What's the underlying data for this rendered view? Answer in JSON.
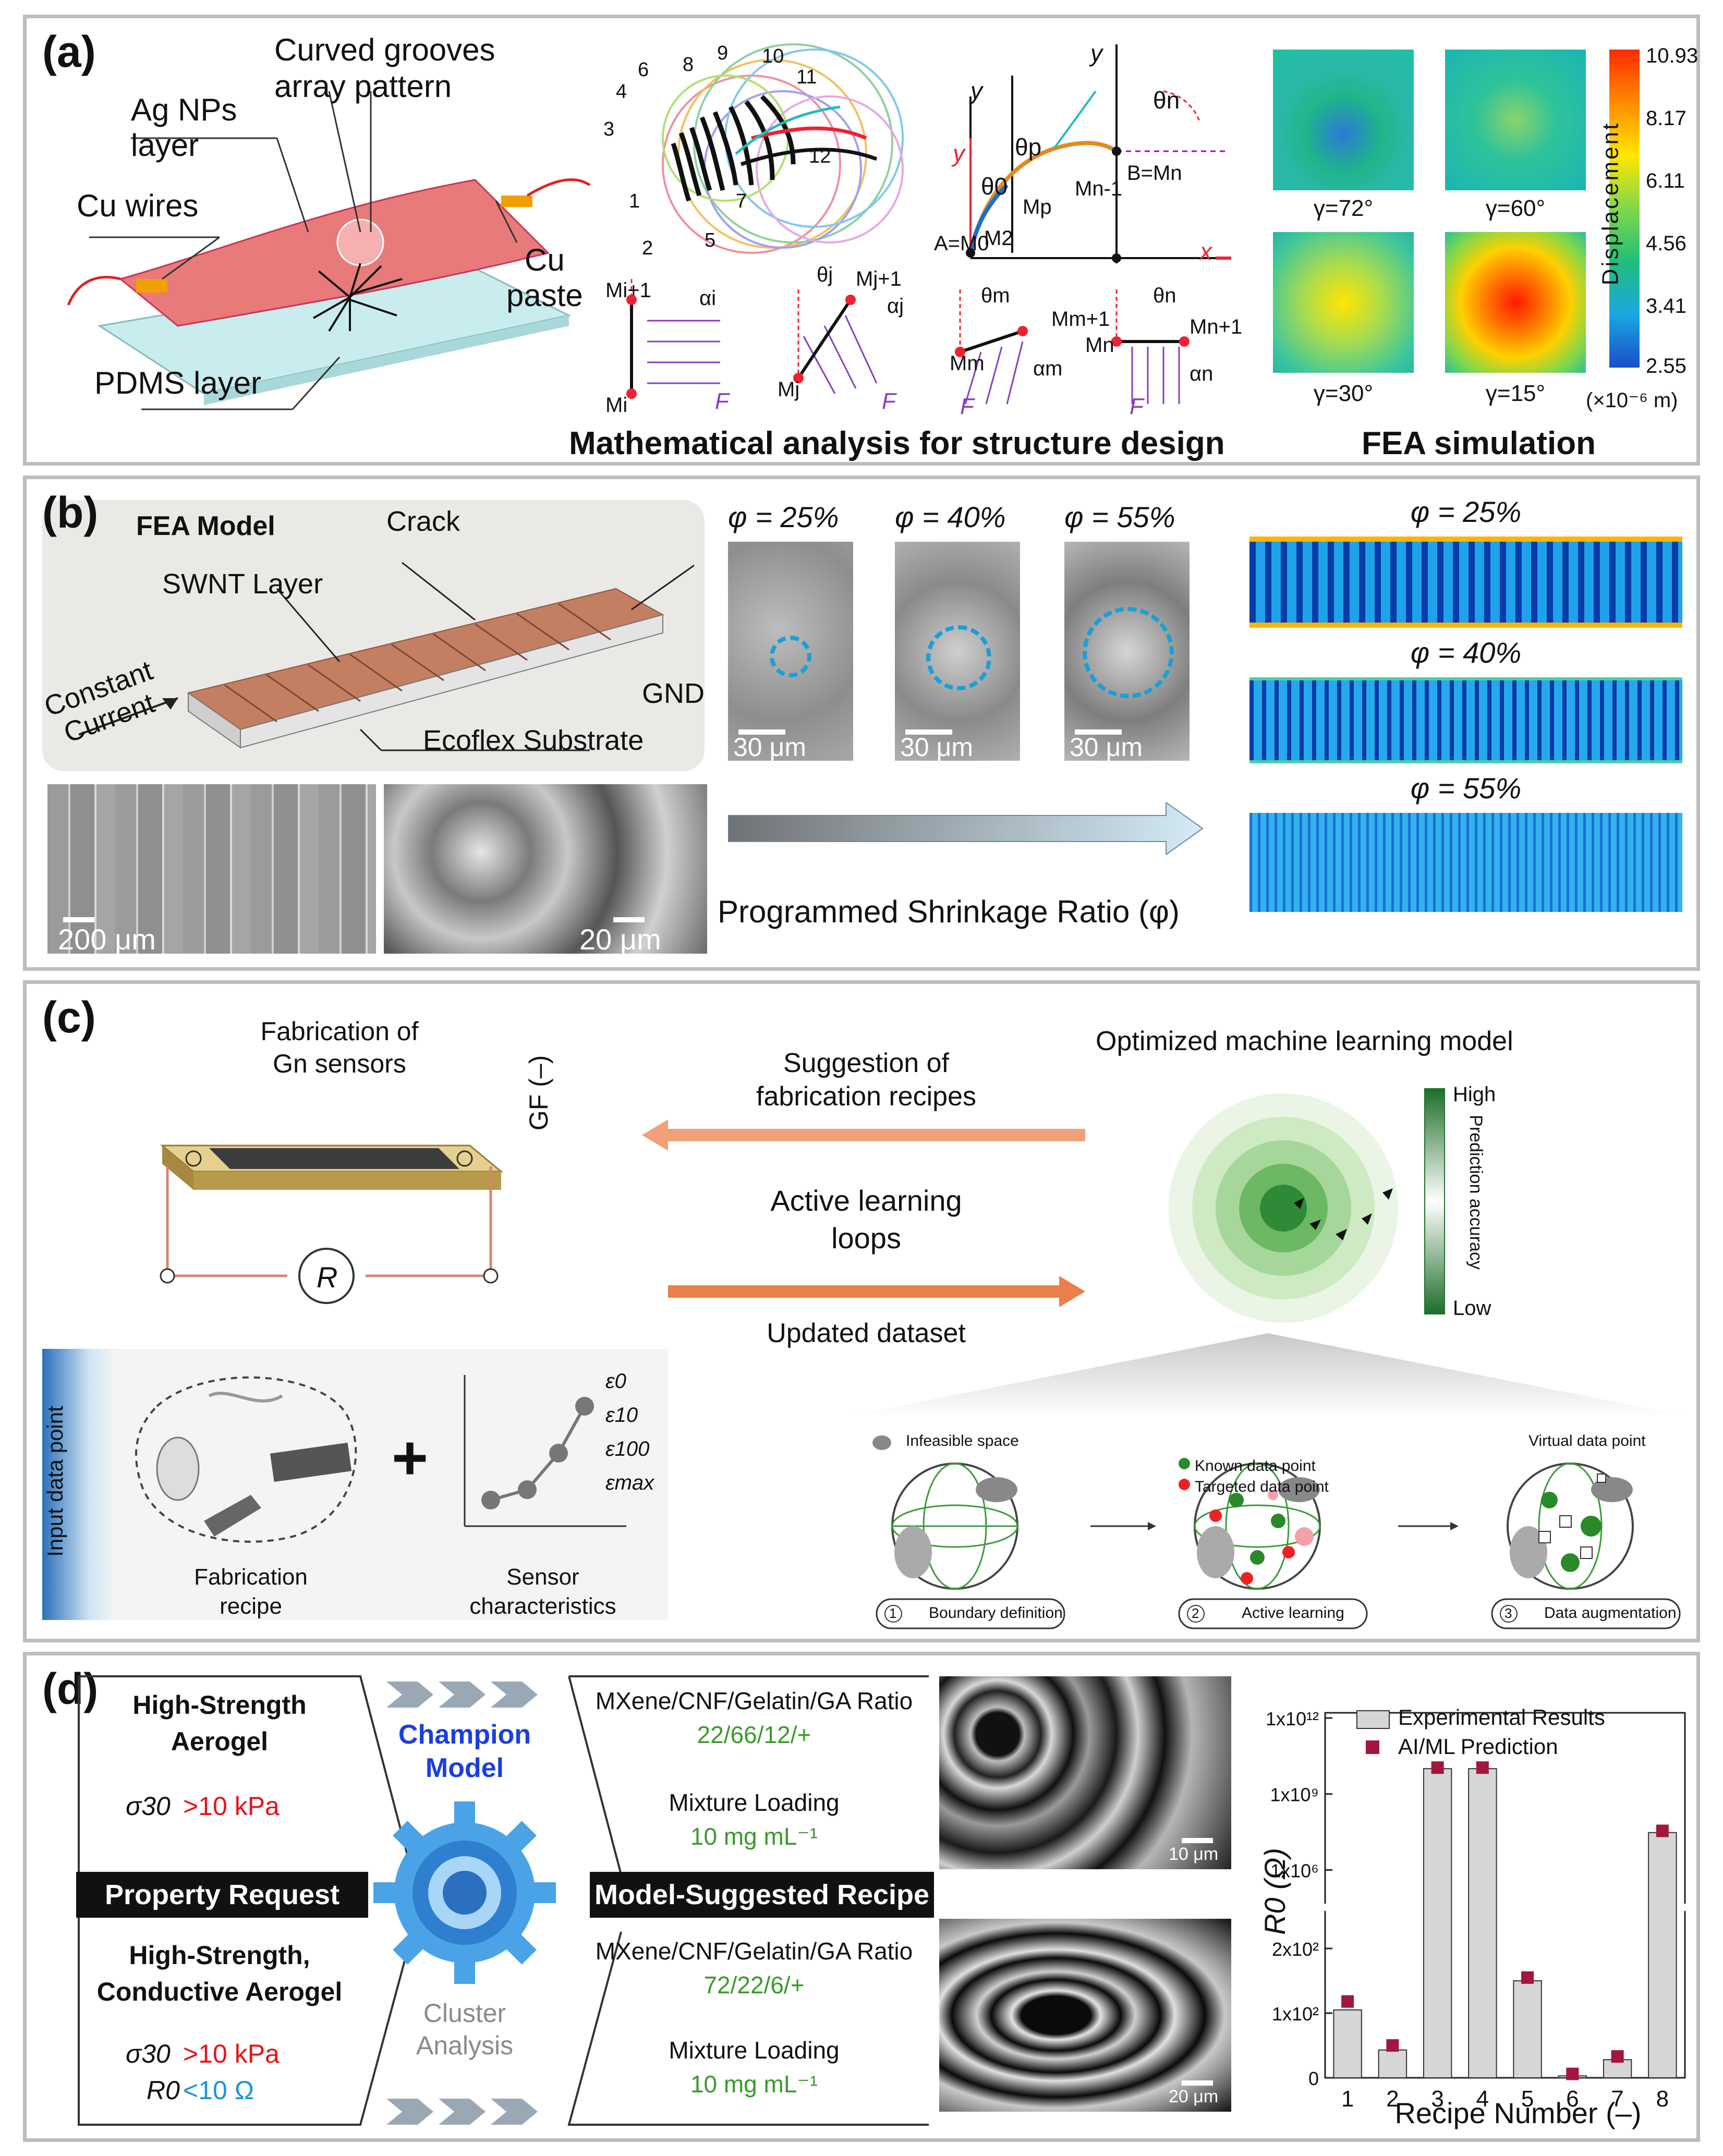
{
  "panel_a": {
    "label": "(a)",
    "device_labels": {
      "curved_grooves": "Curved grooves\narray pattern",
      "ag_layer": "Ag NPs\nlayer",
      "cu_wires": "Cu wires",
      "cu_paste": "Cu\npaste",
      "pdms": "PDMS layer"
    },
    "math_caption": "Mathematical analysis for structure design",
    "fea_caption": "FEA simulation",
    "ring_numbers": [
      "1",
      "2",
      "3",
      "4",
      "5",
      "6",
      "7",
      "8",
      "9",
      "10",
      "11",
      "12"
    ],
    "curve_labels": [
      "y",
      "y",
      "θn",
      "θp",
      "θ0",
      "y",
      "Mn-1",
      "B=Mn",
      "Mp",
      "A=M0",
      "M2",
      "x"
    ],
    "segment_labels": [
      {
        "top": "Mi+1",
        "bottom": "Mi",
        "angle": "αi",
        "force": "F"
      },
      {
        "top": "Mj+1",
        "bottom": "Mj",
        "angle": "αj",
        "theta": "θj",
        "force": "F"
      },
      {
        "top": "Mm+1",
        "bottom": "Mm",
        "angle": "αm",
        "theta": "θm",
        "force": "F"
      },
      {
        "top": "Mn+1",
        "bottom": "Mn",
        "angle": "αn",
        "theta": "θn",
        "force": "F"
      }
    ],
    "fea_angles": [
      "γ=72°",
      "γ=60°",
      "γ=30°",
      "γ=15°"
    ],
    "colorbar": {
      "title": "Displacement",
      "ticks": [
        "10.93",
        "8.17",
        "6.11",
        "4.56",
        "3.41",
        "2.55"
      ],
      "unit": "(×10⁻⁶ m)",
      "colors": [
        "#ff2a00",
        "#ff8a00",
        "#ffe600",
        "#7fd84a",
        "#1fbf7a",
        "#1aa6e0",
        "#1a4fc8"
      ]
    }
  },
  "panel_b": {
    "label": "(b)",
    "model_title": "FEA Model",
    "labels": {
      "crack": "Crack",
      "swnt": "SWNT Layer",
      "current": "Constant\nCurrent",
      "gnd": "GND",
      "ecoflex": "Ecoflex Substrate"
    },
    "sem_scale": [
      "200 μm",
      "20 μm"
    ],
    "phi_sem": [
      {
        "phi": "φ = 25%",
        "scale": "30 μm"
      },
      {
        "phi": "φ = 40%",
        "scale": "30 μm"
      },
      {
        "phi": "φ = 55%",
        "scale": "30 μm"
      }
    ],
    "arrow_caption": "Programmed Shrinkage Ratio (φ)",
    "fea_phi": [
      "φ = 25%",
      "φ = 40%",
      "φ = 55%"
    ]
  },
  "panel_c": {
    "label": "(c)",
    "fab_title": "Fabrication of\nGn sensors",
    "gf_label": "GF (–)",
    "r_label": "R",
    "input_label": "Input data point",
    "recipe_label": "Fabrication\nrecipe",
    "sensor_label": "Sensor\ncharacteristics",
    "eps_labels": [
      "ε0",
      "ε10",
      "ε100",
      "εmax"
    ],
    "plus": "+",
    "arrow_top": "Suggestion of\nfabrication recipes",
    "loop": "Active learning\nloops",
    "arrow_bottom": "Updated dataset",
    "ml_title": "Optimized machine learning model",
    "accuracy": {
      "high": "High",
      "low": "Low",
      "axis": "Prediction accuracy"
    },
    "steps": [
      {
        "num": "1",
        "label": "Boundary definition",
        "legend": "Infeasible space"
      },
      {
        "num": "2",
        "label": "Active learning",
        "legend": "Known data point",
        "legend2": "Targeted data point"
      },
      {
        "num": "3",
        "label": "Data augmentation",
        "legend": "Virtual data point"
      }
    ]
  },
  "panel_d": {
    "label": "(d)",
    "req1_title": "High-Strength\nAerogel",
    "req1_sigma": "σ30",
    "req1_value": ">10 kPa",
    "property_request": "Property Request",
    "req2_title": "High-Strength,\nConductive Aerogel",
    "req2_sigma": "σ30",
    "req2_value": ">10 kPa",
    "req2_r": "R0",
    "req2_rvalue": "<10 Ω",
    "champion": "Champion\nModel",
    "cluster": "Cluster\nAnalysis",
    "recipe_header": "Model-Suggested Recipe",
    "recipe1": {
      "ratio_title": "MXene/CNF/Gelatin/GA Ratio",
      "ratio": "22/66/12/+",
      "load_title": "Mixture Loading",
      "load": "10 mg mL⁻¹",
      "scale": "10 μm"
    },
    "recipe2": {
      "ratio_title": "MXene/CNF/Gelatin/GA Ratio",
      "ratio": "72/22/6/+",
      "load_title": "Mixture Loading",
      "load": "10 mg mL⁻¹",
      "scale": "20 μm"
    }
  },
  "chart_data": {
    "type": "bar",
    "xlabel": "Recipe Number (–)",
    "ylabel": "R0 (Ω)",
    "categories": [
      "1",
      "2",
      "3",
      "4",
      "5",
      "6",
      "7",
      "8"
    ],
    "y_tick_labels": [
      "0",
      "1x10²",
      "2x10²",
      "1x10⁶",
      "1x10⁹",
      "1x10¹²"
    ],
    "axis_note": "broken y-axis: linear 0–2.5x10² below break, log 1x10⁵–1x10¹² above",
    "series": [
      {
        "name": "Experimental Results",
        "values": [
          105,
          43,
          10000000000.0,
          10000000000.0,
          150,
          3,
          28,
          30000000.0
        ],
        "color": "#d6d6d6"
      },
      {
        "name": "AI/ML Prediction",
        "values": [
          118,
          50,
          11000000000.0,
          11000000000.0,
          155,
          6,
          33,
          35000000.0
        ],
        "color": "#a3163d"
      }
    ],
    "legend_position": "top"
  }
}
